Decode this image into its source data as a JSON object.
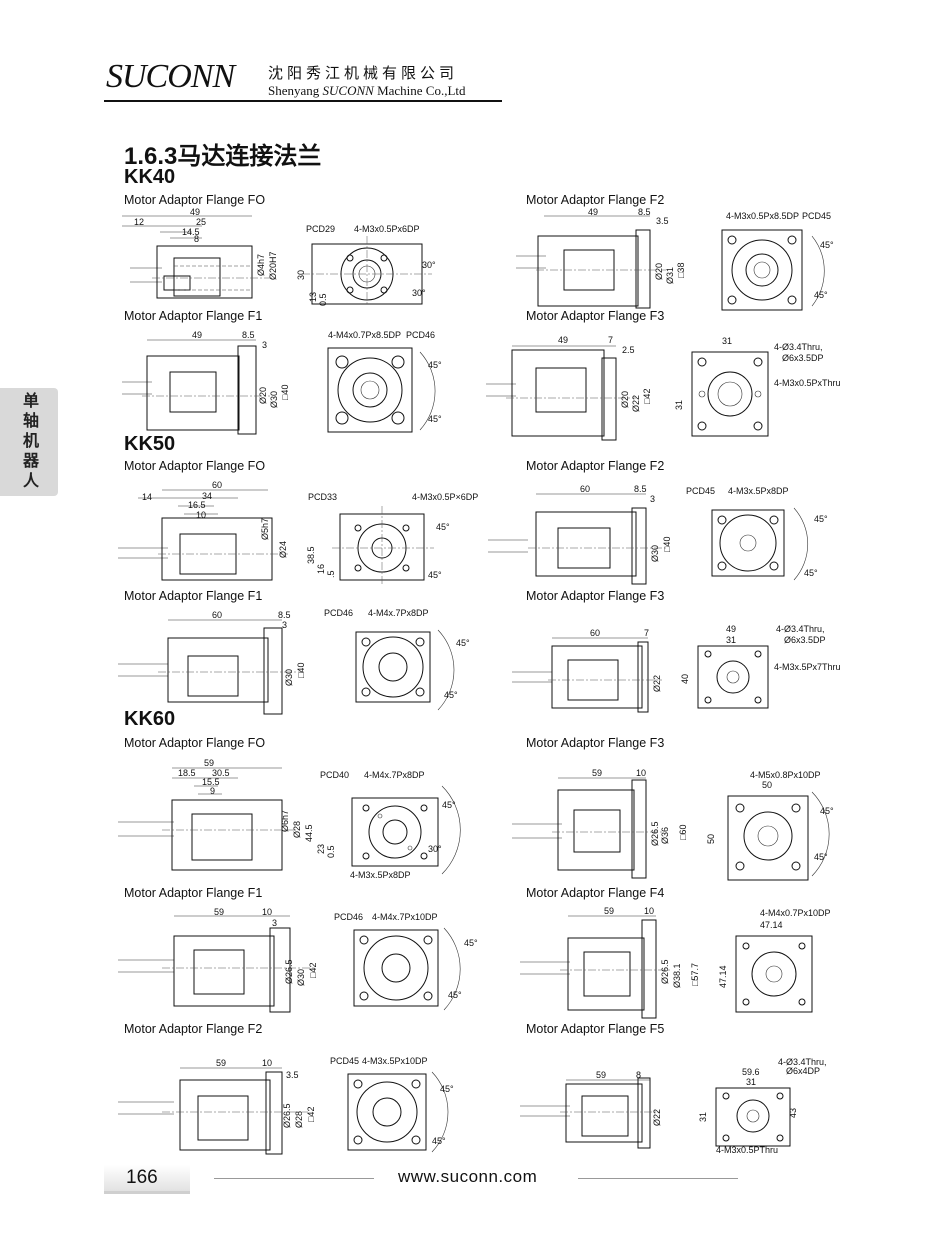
{
  "header": {
    "logo_text": "SUCONN",
    "company_cn": "沈阳秀江机械有限公司",
    "company_en_prefix": "Shenyang ",
    "company_en_brand": "SUCONN",
    "company_en_suffix": " Machine Co.,Ltd"
  },
  "section_title": "1.6.3马达连接法兰",
  "side_tab": "单轴机器人",
  "models": {
    "kk40": "KK40",
    "kk50": "KK50",
    "kk60": "KK60"
  },
  "captions": {
    "kk40_fo": "Motor Adaptor Flange FO",
    "kk40_f2": "Motor Adaptor Flange F2",
    "kk40_f1": "Motor Adaptor Flange F1",
    "kk40_f3": "Motor Adaptor Flange F3",
    "kk50_fo": "Motor Adaptor Flange FO",
    "kk50_f2": "Motor Adaptor Flange F2",
    "kk50_f1": "Motor Adaptor Flange F1",
    "kk50_f3": "Motor Adaptor Flange F3",
    "kk60_fo": "Motor Adaptor Flange FO",
    "kk60_f3": "Motor Adaptor Flange F3",
    "kk60_f1": "Motor Adaptor Flange F1",
    "kk60_f4": "Motor Adaptor Flange F4",
    "kk60_f2": "Motor Adaptor Flange F2",
    "kk60_f5": "Motor Adaptor Flange F5"
  },
  "dims": {
    "kk40_fo": {
      "d1": "49",
      "d2": "12",
      "d3": "25",
      "d4": "14.5",
      "d5": "8",
      "h1": "30",
      "h2": "13",
      "h3": "0.5",
      "dia1": "Ø4h7",
      "dia2": "Ø20H7",
      "pcd": "PCD29",
      "hole": "4-M3x0.5Px6DP",
      "a1": "30°",
      "a2": "30°"
    },
    "kk40_f2": {
      "d1": "49",
      "d2": "8.5",
      "d3": "3.5",
      "dia1": "Ø20",
      "dia2": "Ø31",
      "sq": "□38",
      "hole": "4-M3x0.5Px8.5DP",
      "pcd": "PCD45",
      "a1": "45°",
      "a2": "45°"
    },
    "kk40_f1": {
      "d1": "49",
      "d2": "8.5",
      "d3": "3",
      "dia1": "Ø20",
      "dia2": "Ø30",
      "sq": "□40",
      "hole": "4-M4x0.7Px8.5DP",
      "pcd": "PCD46",
      "a1": "45°",
      "a2": "45°"
    },
    "kk40_f3": {
      "d1": "49",
      "d2": "7",
      "d3": "2.5",
      "dia1": "Ø20",
      "dia2": "Ø22",
      "sq": "□42",
      "w": "31",
      "h": "31",
      "n1": "4-Ø3.4Thru,",
      "n2": "Ø6x3.5DP",
      "n3": "4-M3x0.5PxThru"
    },
    "kk50_fo": {
      "d1": "60",
      "d2": "14",
      "d3": "34",
      "d4": "16.5",
      "d5": "10",
      "h1": "38.5",
      "h2": "16",
      "h3": ".5",
      "dia1": "Ø5h7",
      "dia2": "Ø24",
      "pcd": "PCD33",
      "hole": "4-M3x0.5P×6DP",
      "a1": "45°",
      "a2": "45°"
    },
    "kk50_f2": {
      "d1": "60",
      "d2": "8.5",
      "d3": "3",
      "dia1": "Ø30",
      "sq": "□40",
      "pcd": "PCD45",
      "hole": "4-M3x.5Px8DP",
      "a1": "45°",
      "a2": "45°"
    },
    "kk50_f1": {
      "d1": "60",
      "d2": "8.5",
      "d3": "3",
      "dia1": "Ø30",
      "sq": "□40",
      "pcd": "PCD46",
      "hole": "4-M4x.7Px8DP",
      "a1": "45°",
      "a2": "45°"
    },
    "kk50_f3": {
      "d1": "60",
      "d2": "7",
      "dia1": "Ø22",
      "w1": "49",
      "w2": "31",
      "h": "40",
      "n1": "4-Ø3.4Thru,",
      "n2": "Ø6x3.5DP",
      "n3": "4-M3x.5Px7Thru"
    },
    "kk60_fo": {
      "d1": "59",
      "d2": "18.5",
      "d3": "30.5",
      "d4": "15.5",
      "d5": "9",
      "h1": "44.5",
      "h2": "23",
      "h3": "0.5",
      "dia1": "Ø6h7",
      "dia2": "Ø28",
      "pcd": "PCD40",
      "hole": "4-M4x.7Px8DP",
      "hole2": "4-M3x.5Px8DP",
      "a1": "45°",
      "a2": "30°"
    },
    "kk60_f3": {
      "d1": "59",
      "d2": "10",
      "dia1": "Ø26.5",
      "dia2": "Ø36",
      "sq": "□60",
      "w": "50",
      "h": "50",
      "hole": "4-M5x0.8Px10DP",
      "a1": "45°",
      "a2": "45°"
    },
    "kk60_f1": {
      "d1": "59",
      "d2": "10",
      "d3": "3",
      "dia1": "Ø26.5",
      "dia2": "Ø30",
      "sq": "□42",
      "pcd": "PCD46",
      "hole": "4-M4x.7Px10DP",
      "a1": "45°",
      "a2": "45°"
    },
    "kk60_f4": {
      "d1": "59",
      "d2": "10",
      "dia1": "Ø26.5",
      "dia2": "Ø38.1",
      "sq": "□57.7",
      "w": "47.14",
      "h": "47.14",
      "hole": "4-M4x0.7Px10DP"
    },
    "kk60_f2": {
      "d1": "59",
      "d2": "10",
      "d3": "3.5",
      "dia1": "Ø26.5",
      "dia2": "Ø28",
      "sq": "□42",
      "pcd": "PCD45",
      "hole": "4-M3x.5Px10DP",
      "a1": "45°",
      "a2": "45°"
    },
    "kk60_f5": {
      "d1": "59",
      "d2": "8",
      "dia1": "Ø22",
      "w1": "59.6",
      "w2": "31",
      "h1": "31",
      "h2": "43",
      "n1": "4-Ø3.4Thru,",
      "n2": "Ø6x4DP",
      "n3": "4-M3x0.5PThru"
    }
  },
  "footer": {
    "page_number": "166",
    "website": "www.suconn.com"
  }
}
